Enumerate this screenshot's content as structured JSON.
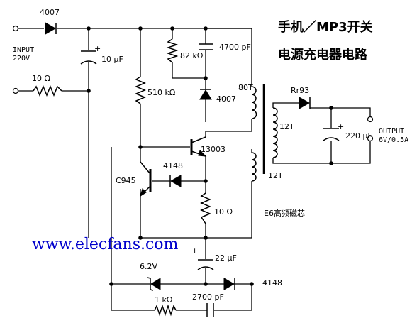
{
  "title": {
    "line1": "手机／MP3开关",
    "line2": "电源充电器电路"
  },
  "input_label": {
    "line1": "INPUT",
    "line2": "220V"
  },
  "output_label": {
    "line1": "OUTPUT",
    "line2": "6V/0.5A"
  },
  "watermark": "www.elecfans.com",
  "components": {
    "d_input": "4007",
    "c_input": "10 μF",
    "r_input": "10 Ω",
    "r_82k": "82 kΩ",
    "c_4700": "4700 pF",
    "d_snubber": "4007",
    "r_510k": "510 kΩ",
    "winding_primary": "80T",
    "q_main": "13003",
    "q_ctrl": "C945",
    "d_4148_mid": "4148",
    "r_10": "10 Ω",
    "c_22u": "22 μF",
    "zener": "6.2V",
    "c_2700": "2700 pF",
    "d_4148_bottom": "4148",
    "r_1k": "1 kΩ",
    "d_output": "Rr93",
    "winding_secondary": "12T",
    "c_output": "220 μF",
    "winding_feedback": "12T",
    "core": "E6高频磁芯",
    "plus_sign": "+"
  }
}
